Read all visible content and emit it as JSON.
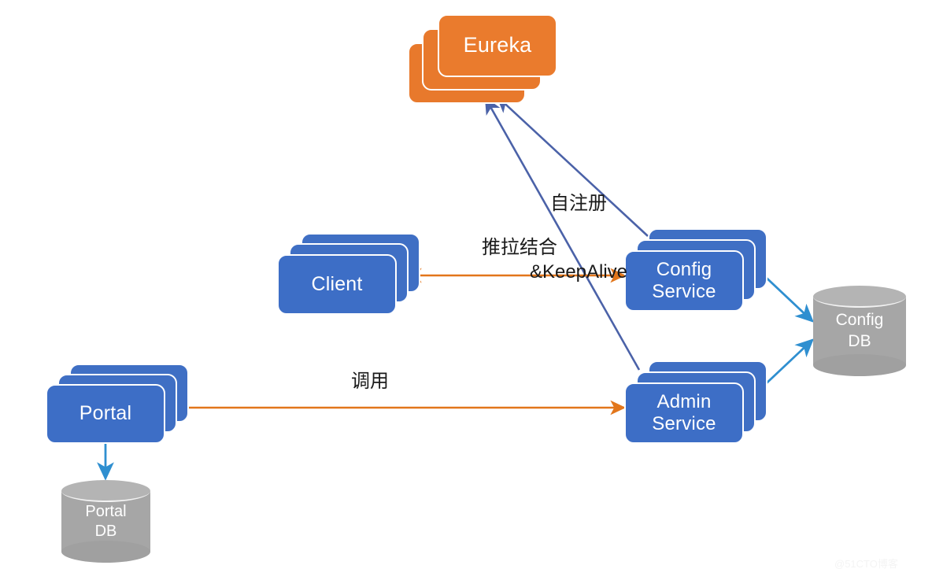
{
  "diagram": {
    "title": "Apollo configuration center architecture",
    "background": "#ffffff",
    "colors": {
      "service_blue": "#3d6ec6",
      "eureka_orange": "#ea7b2d",
      "db_gray": "#a6a6a6",
      "orange_arrow": "#e2761b",
      "blue_arrow": "#2f8fd0",
      "slate_arrow": "#4b62a8",
      "label_text": "#1a1a1a",
      "node_text": "#ffffff"
    },
    "nodes": [
      {
        "id": "eureka",
        "label": "Eureka",
        "shape": "stacked-card",
        "color": "orange"
      },
      {
        "id": "client",
        "label": "Client",
        "shape": "stacked-card",
        "color": "blue"
      },
      {
        "id": "config-service",
        "label": "Config\nService",
        "shape": "stacked-card",
        "color": "blue"
      },
      {
        "id": "admin-service",
        "label": "Admin\nService",
        "shape": "stacked-card",
        "color": "blue"
      },
      {
        "id": "portal",
        "label": "Portal",
        "shape": "stacked-card",
        "color": "blue"
      },
      {
        "id": "config-db",
        "label_line1": "Config",
        "label_line2": "DB",
        "shape": "cylinder",
        "color": "gray"
      },
      {
        "id": "portal-db",
        "label_line1": "Portal",
        "label_line2": "DB",
        "shape": "cylinder",
        "color": "gray"
      }
    ],
    "node_labels": {
      "eureka": "Eureka",
      "client": "Client",
      "config_service_line1": "Config",
      "config_service_line2": "Service",
      "admin_service_line1": "Admin",
      "admin_service_line2": "Service",
      "portal": "Portal",
      "config_db_line1": "Config",
      "config_db_line2": "DB",
      "portal_db_line1": "Portal",
      "portal_db_line2": "DB"
    },
    "edges": [
      {
        "id": "config-service-to-eureka",
        "from": "config-service",
        "to": "eureka",
        "label_line1": "自注册",
        "label_line2": "&KeepAlive",
        "color": "#4b62a8",
        "direction": "one-way"
      },
      {
        "id": "admin-service-to-eureka",
        "from": "admin-service",
        "to": "eureka",
        "label": "",
        "color": "#4b62a8",
        "direction": "one-way"
      },
      {
        "id": "client-config-service",
        "from": "client",
        "to": "config-service",
        "label": "推拉结合",
        "color": "#e2761b",
        "direction": "two-way"
      },
      {
        "id": "portal-to-admin-service",
        "from": "portal",
        "to": "admin-service",
        "label": "调用",
        "color": "#e2761b",
        "direction": "one-way"
      },
      {
        "id": "config-service-to-config-db",
        "from": "config-service",
        "to": "config-db",
        "label": "",
        "color": "#2f8fd0",
        "direction": "one-way"
      },
      {
        "id": "admin-service-to-config-db",
        "from": "admin-service",
        "to": "config-db",
        "label": "",
        "color": "#2f8fd0",
        "direction": "one-way"
      },
      {
        "id": "portal-to-portal-db",
        "from": "portal",
        "to": "portal-db",
        "label": "",
        "color": "#2f8fd0",
        "direction": "one-way"
      }
    ],
    "edge_labels": {
      "self_register_line1": "自注册",
      "self_register_line2": "&KeepAlive",
      "push_pull": "推拉结合",
      "invoke": "调用"
    },
    "watermark": "@51CTO博客"
  }
}
